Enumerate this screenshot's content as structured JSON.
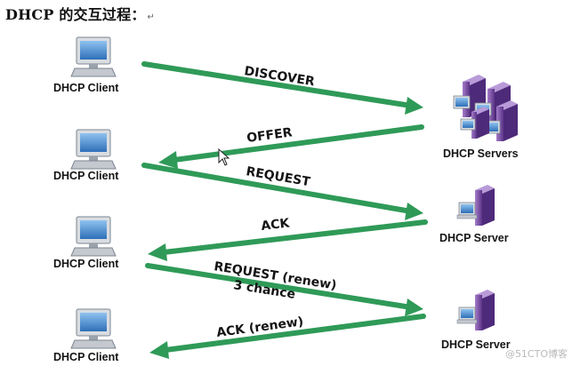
{
  "title": "DHCP 的交互过程：",
  "title_mark": "↵",
  "colors": {
    "arrow": "#2f9a58",
    "arrow_dark": "#1f7a43",
    "client_screen": "#4b90d6",
    "server_purple": "#7a4fa3"
  },
  "clients": [
    {
      "label": "DHCP Client"
    },
    {
      "label": "DHCP Client"
    },
    {
      "label": "DHCP Client"
    },
    {
      "label": "DHCP Client"
    }
  ],
  "servers": [
    {
      "label": "DHCP Servers",
      "icon": "server-cluster-icon"
    },
    {
      "label": "DHCP Server",
      "icon": "server-icon"
    },
    {
      "label": "DHCP Server",
      "icon": "server-icon"
    }
  ],
  "messages": [
    {
      "label": "DISCOVER",
      "direction": "client-to-server"
    },
    {
      "label": "OFFER",
      "direction": "server-to-client"
    },
    {
      "label": "REQUEST",
      "direction": "client-to-server"
    },
    {
      "label": "ACK",
      "direction": "server-to-client"
    },
    {
      "label": "REQUEST (renew)",
      "sublabel": "3 chance",
      "direction": "client-to-server"
    },
    {
      "label": "ACK (renew)",
      "direction": "server-to-client"
    }
  ],
  "watermark": "@51CTO博客"
}
